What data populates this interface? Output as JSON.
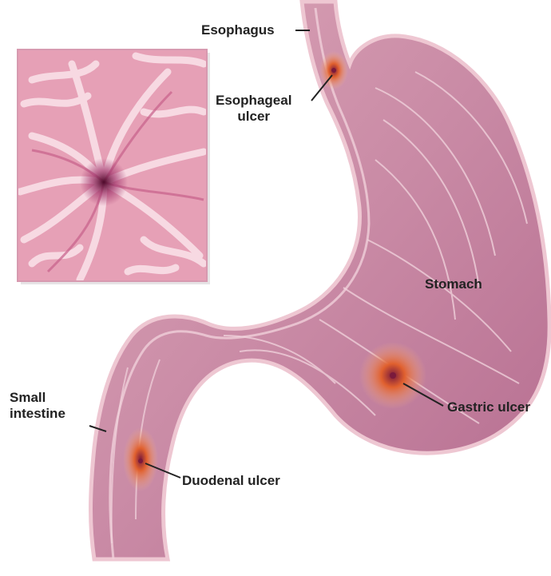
{
  "labels": {
    "esophagus": "Esophagus",
    "esophageal_ulcer": [
      "Esophageal",
      "ulcer"
    ],
    "stomach": "Stomach",
    "small_intestine": [
      "Small",
      "intestine"
    ],
    "gastric_ulcer": "Gastric ulcer",
    "duodenal_ulcer": "Duodenal ulcer"
  },
  "colors": {
    "tissue": "#d9a1b4",
    "tissue_dark": "#a8577c",
    "lining": "#e9c3cf",
    "inner": "#c67a9d",
    "ulcer": "#e0602e",
    "ulcer_core": "#7a1a3c",
    "leader": "#222222",
    "background": "#ffffff"
  }
}
